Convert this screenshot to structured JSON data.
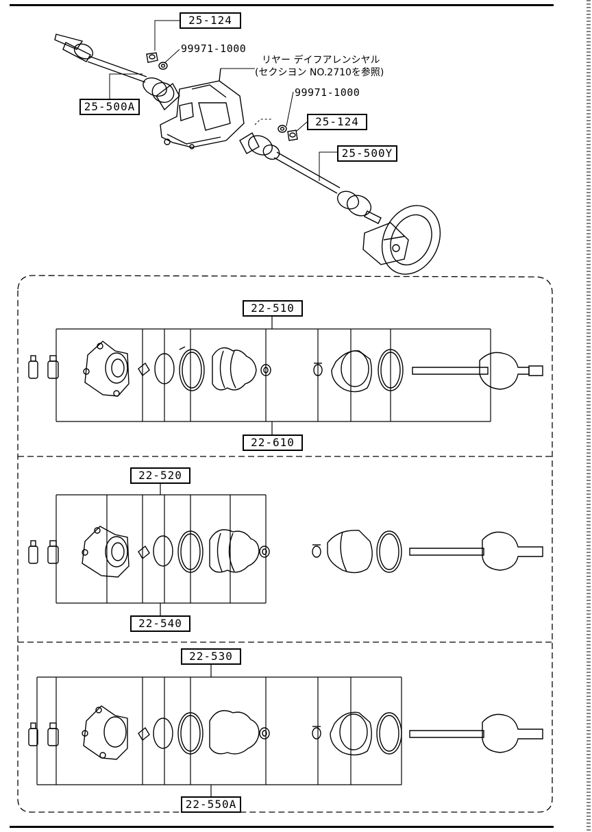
{
  "top_assembly": {
    "labels": {
      "nut_top": "25-124",
      "washer_top": "99971-1000",
      "diff_note_line1": "リヤー デイフアレンシヤル",
      "diff_note_line2": "(セクシヨン NO.2710を参照)",
      "washer_mid": "99971-1000",
      "nut_mid": "25-124",
      "shaft_left": "25-500A",
      "shaft_right": "25-500Y"
    }
  },
  "section1": {
    "top_label": "22-510",
    "bottom_label": "22-610"
  },
  "section2": {
    "top_label": "22-520",
    "bottom_label": "22-540"
  },
  "section3": {
    "top_label": "22-530",
    "bottom_label": "22-550A"
  },
  "icons": {
    "drive_shaft": "drive-shaft-icon",
    "differential": "differential-housing-icon",
    "brake_disc": "brake-disc-icon",
    "grease_tube": "grease-tube-icon",
    "outer_joint_housing": "cv-joint-housing-icon",
    "circlip": "circlip-icon",
    "snap_ring": "snap-ring-icon",
    "boot_band": "boot-band-icon",
    "boot": "cv-boot-icon",
    "shaft": "shaft-icon"
  }
}
